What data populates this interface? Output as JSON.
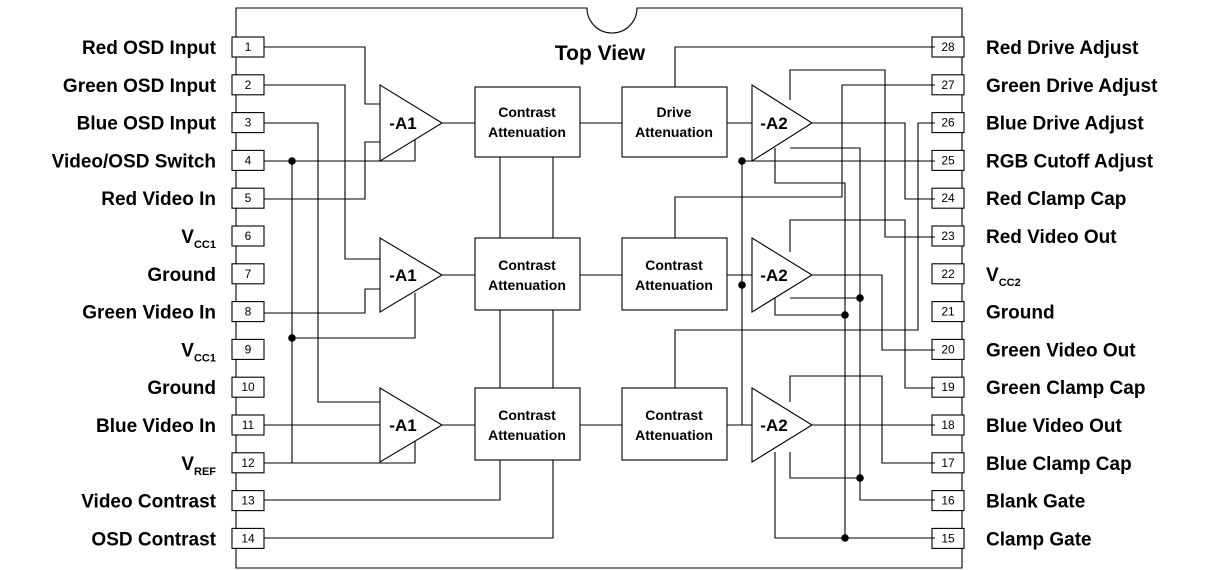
{
  "title": "Top View",
  "left_pins": [
    {
      "num": "1",
      "label": "Red OSD Input"
    },
    {
      "num": "2",
      "label": "Green OSD Input"
    },
    {
      "num": "3",
      "label": "Blue OSD Input"
    },
    {
      "num": "4",
      "label": "Video/OSD Switch"
    },
    {
      "num": "5",
      "label": "Red Video In"
    },
    {
      "num": "6",
      "label": "V",
      "sub": "CC1"
    },
    {
      "num": "7",
      "label": "Ground"
    },
    {
      "num": "8",
      "label": "Green Video In"
    },
    {
      "num": "9",
      "label": "V",
      "sub": "CC1"
    },
    {
      "num": "10",
      "label": "Ground"
    },
    {
      "num": "11",
      "label": "Blue Video In"
    },
    {
      "num": "12",
      "label": "V",
      "sub": "REF"
    },
    {
      "num": "13",
      "label": "Video Contrast"
    },
    {
      "num": "14",
      "label": "OSD Contrast"
    }
  ],
  "right_pins": [
    {
      "num": "28",
      "label": "Red Drive Adjust"
    },
    {
      "num": "27",
      "label": "Green Drive Adjust"
    },
    {
      "num": "26",
      "label": "Blue Drive Adjust"
    },
    {
      "num": "25",
      "label": "RGB Cutoff Adjust"
    },
    {
      "num": "24",
      "label": "Red Clamp Cap"
    },
    {
      "num": "23",
      "label": "Red Video Out"
    },
    {
      "num": "22",
      "label": "V",
      "sub": "CC2"
    },
    {
      "num": "21",
      "label": "Ground"
    },
    {
      "num": "20",
      "label": "Green Video Out"
    },
    {
      "num": "19",
      "label": "Green Clamp Cap"
    },
    {
      "num": "18",
      "label": "Blue Video Out"
    },
    {
      "num": "17",
      "label": "Blue Clamp Cap"
    },
    {
      "num": "16",
      "label": "Blank Gate"
    },
    {
      "num": "15",
      "label": "Clamp Gate"
    }
  ],
  "input_amps": [
    "-A1",
    "-A1",
    "-A1"
  ],
  "output_amps": [
    "-A2",
    "-A2",
    "-A2"
  ],
  "contrast_blocks": [
    {
      "line1": "Contrast",
      "line2": "Attenuation"
    },
    {
      "line1": "Contrast",
      "line2": "Attenuation"
    },
    {
      "line1": "Contrast",
      "line2": "Attenuation"
    }
  ],
  "drive_blocks": [
    {
      "line1": "Drive",
      "line2": "Attenuation"
    },
    {
      "line1": "Contrast",
      "line2": "Attenuation"
    },
    {
      "line1": "Contrast",
      "line2": "Attenuation"
    }
  ]
}
